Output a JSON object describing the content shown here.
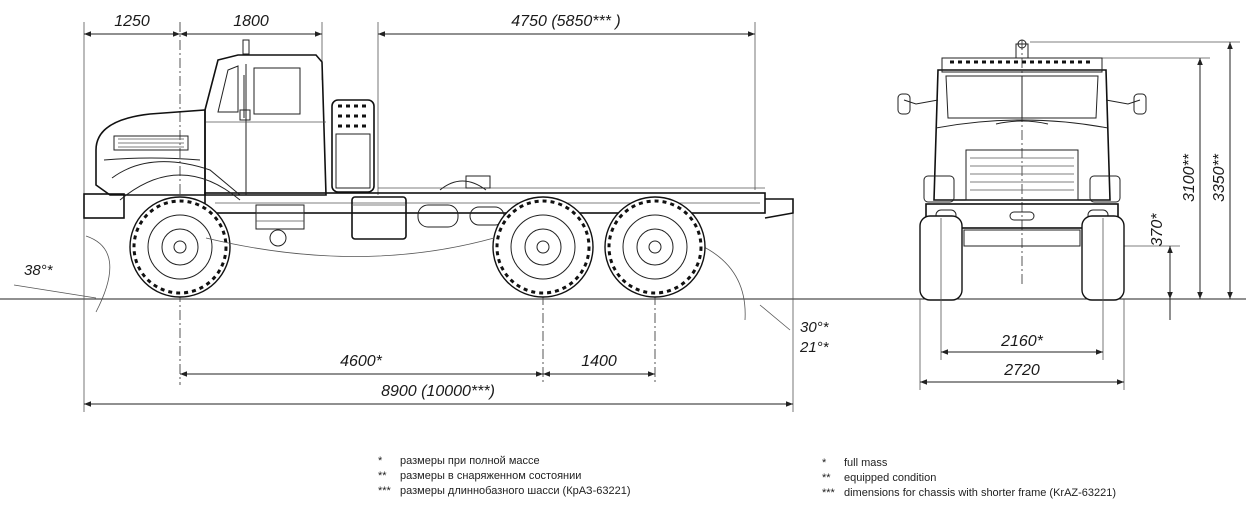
{
  "side_view": {
    "dims": {
      "front_overhang": "1250",
      "cab_length": "1800",
      "platform": "4750 (5850*** )",
      "wheelbase_front": "4600*",
      "wheelbase_rear": "1400",
      "overall_length": "8900 (10000***)"
    },
    "angles": {
      "approach": "38°*",
      "departure_1": "30°*",
      "departure_2": "21°*"
    }
  },
  "front_view": {
    "dims": {
      "height_1": "3100**",
      "height_2": "3350**",
      "clearance": "370*",
      "track": "2160*",
      "width": "2720"
    }
  },
  "notes_ru": {
    "items": [
      {
        "mark": "*",
        "text": "размеры при полной массе"
      },
      {
        "mark": "**",
        "text": "размеры в снаряженном состоянии"
      },
      {
        "mark": "***",
        "text": "размеры длиннобазного шасси (КрАЗ-63221)"
      }
    ]
  },
  "notes_en": {
    "items": [
      {
        "mark": "*",
        "text": "full mass"
      },
      {
        "mark": "**",
        "text": "equipped condition"
      },
      {
        "mark": "***",
        "text": "dimensions for chassis with shorter frame (KrAZ-63221)"
      }
    ]
  }
}
